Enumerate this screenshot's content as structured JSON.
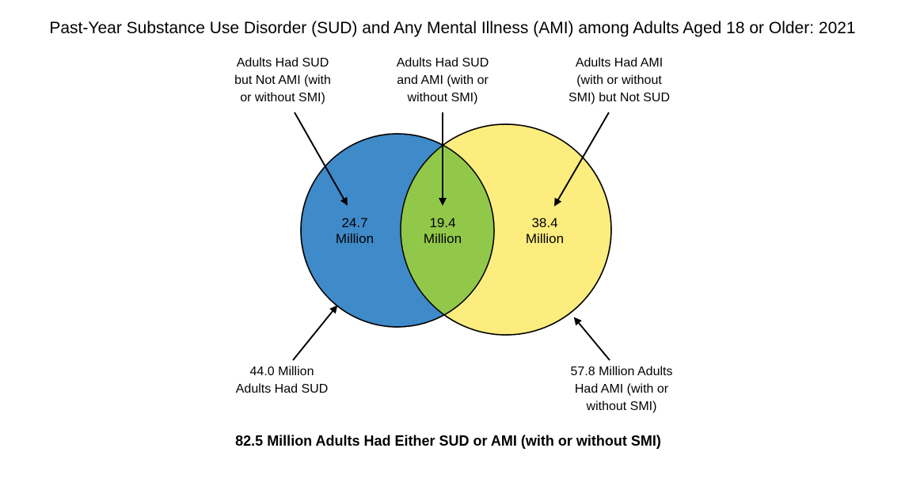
{
  "title": "Past-Year Substance Use Disorder (SUD) and Any Mental Illness (AMI) among Adults Aged 18 or Older: 2021",
  "colors": {
    "sud_only": "#3f8ac9",
    "overlap": "#92c84a",
    "ami_only": "#fced7e",
    "outline": "#000000"
  },
  "callouts": {
    "sud_only": [
      "Adults Had SUD",
      "but Not AMI (with",
      "or without SMI)"
    ],
    "overlap": [
      "Adults Had SUD",
      "and AMI (with or",
      "without SMI)"
    ],
    "ami_only": [
      "Adults Had AMI",
      "(with or without",
      "SMI) but Not SUD"
    ],
    "sud_total": [
      "44.0 Million",
      "Adults Had SUD"
    ],
    "ami_total": [
      "57.8 Million Adults",
      "Had AMI (with or",
      "without SMI)"
    ]
  },
  "regions": {
    "sud_only": {
      "value": "24.7",
      "unit": "Million"
    },
    "overlap": {
      "value": "19.4",
      "unit": "Million"
    },
    "ami_only": {
      "value": "38.4",
      "unit": "Million"
    }
  },
  "footer": "82.5 Million Adults Had Either SUD or AMI (with or without SMI)"
}
